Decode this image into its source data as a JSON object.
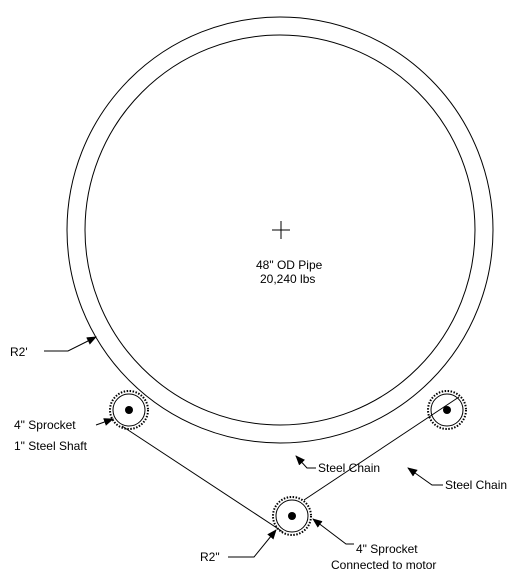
{
  "pipe": {
    "label": "48\" OD Pipe",
    "weight": "20,240 lbs"
  },
  "labels": {
    "r2_prime": "R2'",
    "left_sprocket_line1": "4\" Sprocket",
    "left_sprocket_line2": "1\" Steel Shaft",
    "steel_chain_1": "Steel Chain",
    "steel_chain_2": "Steel Chain",
    "r2_double": "R2\"",
    "bottom_sprocket_line1": "4\" Sprocket",
    "bottom_sprocket_line2": "Connected to motor"
  },
  "colors": {
    "line": "#000000",
    "background": "#ffffff"
  }
}
